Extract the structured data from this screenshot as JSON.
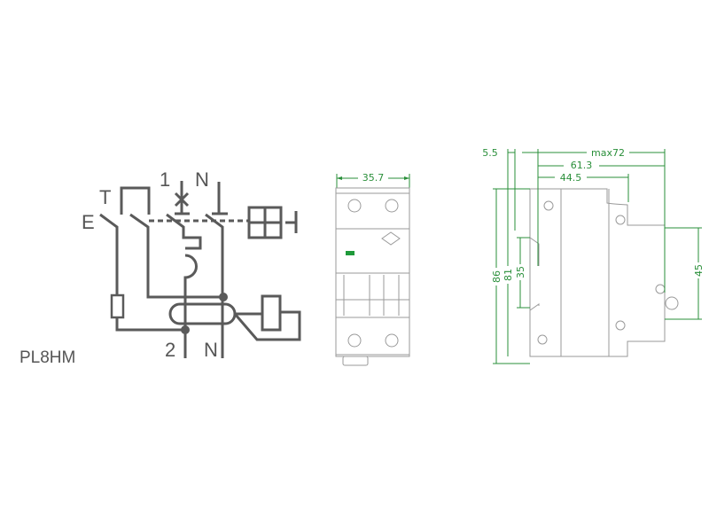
{
  "model": "PL8HM",
  "schematic": {
    "labels": {
      "pole1": "1",
      "neutral_top": "N",
      "test": "T",
      "earth": "E",
      "pole2": "2",
      "neutral_bottom": "N"
    }
  },
  "front_view": {
    "width_dim": "35.7"
  },
  "side_view": {
    "dims": {
      "offset": "5.5",
      "max_depth": "max72",
      "depth_61": "61.3",
      "depth_44": "44.5",
      "height_86": "86",
      "height_81": "81",
      "rail_35": "35",
      "height_45": "45"
    }
  },
  "colors": {
    "line": "#5a5a5a",
    "dimension": "#2a8f3a",
    "outline": "#9a9a9a",
    "indicator": "#1f9a3a"
  }
}
